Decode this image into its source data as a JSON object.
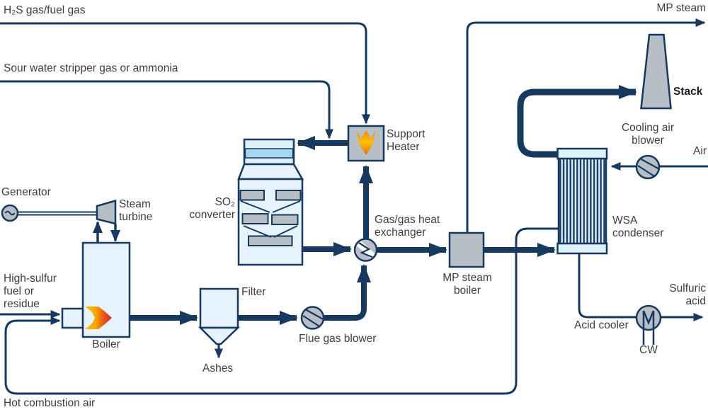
{
  "labels": {
    "h2s_gas": "H₂S gas/fuel gas",
    "sour_water": "Sour water stripper gas or ammonia",
    "generator": "Generator",
    "steam_turbine": "Steam turbine",
    "so2_converter": "SO₂ converter",
    "support_heater": "Support Heater",
    "gas_gas_heat_exchanger": "Gas/gas heat exchanger",
    "high_sulfur_feed": "High-sulfur fuel or residue",
    "boiler": "Boiler",
    "filter": "Filter",
    "ashes": "Ashes",
    "flue_gas_blower": "Flue gas blower",
    "mp_steam_boiler": "MP steam boiler",
    "mp_steam": "MP steam",
    "stack": "Stack",
    "cooling_air_blower": "Cooling air blower",
    "air": "Air",
    "wsa_condenser": "WSA condenser",
    "sulfuric_acid": "Sulfuric acid",
    "acid_cooler": "Acid cooler",
    "cw": "CW",
    "hot_combustion_air": "Hot combustion air"
  },
  "colors": {
    "line_navy": "#17395f",
    "vessel_light_blue": "#e6f3fc",
    "header_light_blue": "#def0fa",
    "band_blue": "#a5d7f0",
    "equipment_gray": "#b8bec6",
    "flame_yellow": "#fdc500",
    "flame_orange": "#f07d00",
    "flame_red": "#cd2a28",
    "text": "#3d3e40"
  }
}
